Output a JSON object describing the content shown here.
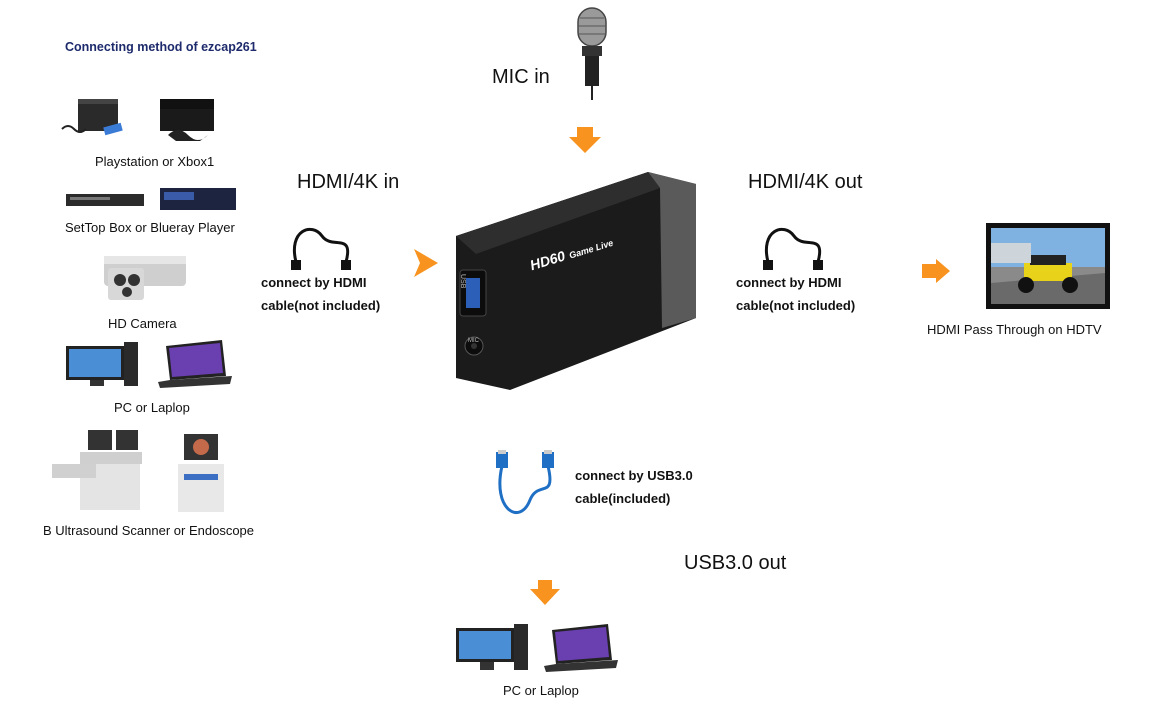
{
  "title": "Connecting method of ezcap261",
  "sources": [
    {
      "label": "Playstation or Xbox1",
      "icon": "game-console-icon"
    },
    {
      "label": "SetTop Box or Blueray Player",
      "icon": "settop-box-icon"
    },
    {
      "label": "HD Camera",
      "icon": "security-camera-icon"
    },
    {
      "label": "PC or Laplop",
      "icon": "desktop-laptop-icon"
    },
    {
      "label": "B Ultrasound Scanner or Endoscope",
      "icon": "medical-scanner-icon"
    }
  ],
  "mic": {
    "label": "MIC in",
    "icon": "microphone-icon"
  },
  "hdmi_in": {
    "label": "HDMI/4K in",
    "cable_line1": "connect by HDMI",
    "cable_line2": "cable(not included)"
  },
  "hdmi_out": {
    "label": "HDMI/4K out",
    "cable_line1": "connect by HDMI",
    "cable_line2": "cable(not included)"
  },
  "device": {
    "brand": "HD60",
    "subtitle": "Game Live",
    "port_label": "USB",
    "jack_label": "MIC"
  },
  "tv": {
    "label": "HDMI Pass Through on HDTV",
    "icon": "hdtv-racing-icon"
  },
  "usb": {
    "cable_line1": "connect by USB3.0",
    "cable_line2": "cable(included)",
    "out_label": "USB3.0 out"
  },
  "pc_out": {
    "label": "PC or Laplop",
    "icon": "desktop-laptop-icon"
  },
  "colors": {
    "arrow": "#f7931e",
    "title": "#1d2a6b",
    "device": "#1b1b1b",
    "usb_cable": "#1f6fc4"
  }
}
